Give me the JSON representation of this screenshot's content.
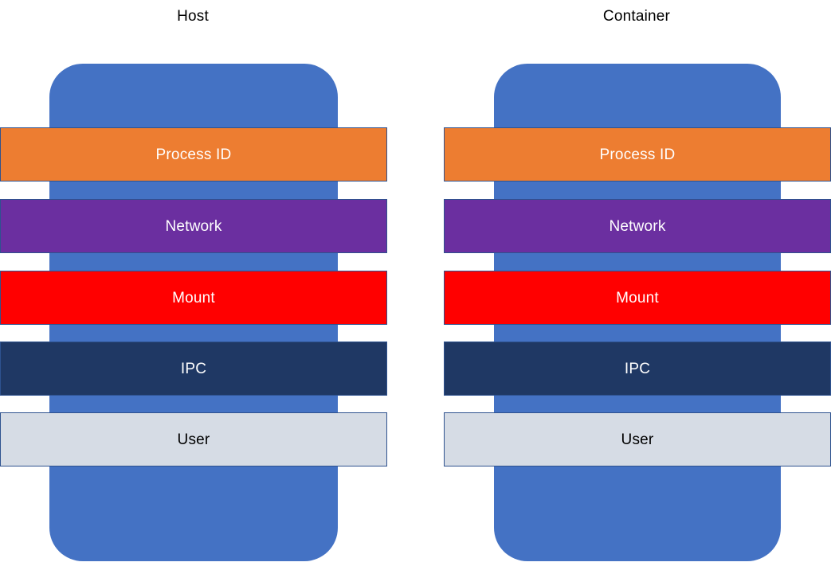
{
  "diagram": {
    "title_host": "Host",
    "title_container": "Container",
    "columns": [
      {
        "key": "host",
        "title": "Host",
        "namespaces": [
          {
            "label": "Process ID",
            "color": "#ED7D31",
            "text_color": "#FFFFFF"
          },
          {
            "label": "Network",
            "color": "#6B2FA0",
            "text_color": "#FFFFFF"
          },
          {
            "label": "Mount",
            "color": "#FF0000",
            "text_color": "#FFFFFF"
          },
          {
            "label": "IPC",
            "color": "#1F3864",
            "text_color": "#FFFFFF"
          },
          {
            "label": "User",
            "color": "#D6DCE5",
            "text_color": "#000000"
          }
        ]
      },
      {
        "key": "container",
        "title": "Container",
        "namespaces": [
          {
            "label": "Process ID",
            "color": "#ED7D31",
            "text_color": "#FFFFFF"
          },
          {
            "label": "Network",
            "color": "#6B2FA0",
            "text_color": "#FFFFFF"
          },
          {
            "label": "Mount",
            "color": "#FF0000",
            "text_color": "#FFFFFF"
          },
          {
            "label": "IPC",
            "color": "#1F3864",
            "text_color": "#FFFFFF"
          },
          {
            "label": "User",
            "color": "#D6DCE5",
            "text_color": "#000000"
          }
        ]
      }
    ],
    "colors": {
      "capsule_blue": "#4472C4",
      "bar_border": "#2E528F",
      "background": "#FFFFFF",
      "process_id": "#ED7D31",
      "network": "#6B2FA0",
      "mount": "#FF0000",
      "ipc": "#1F3864",
      "user": "#D6DCE5"
    }
  }
}
